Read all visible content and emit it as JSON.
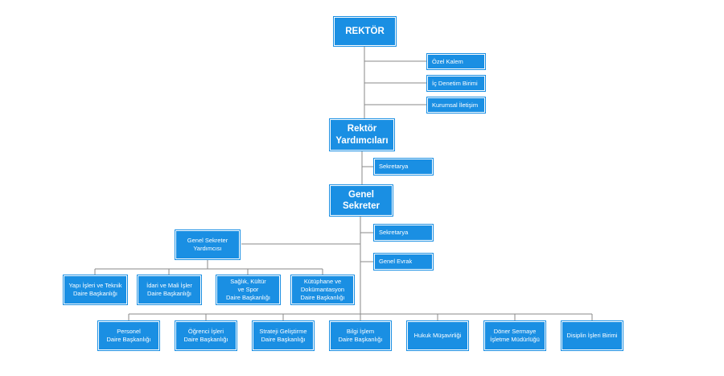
{
  "colors": {
    "box": "#1a8fe3",
    "line": "#8a8a8a",
    "background": "#ffffff"
  },
  "chart": {
    "rector": "REKTÖR",
    "rector_units": [
      "Özel Kalem",
      "İç Denetim Birimi",
      "Kurumsal İletişim"
    ],
    "vice_rectors": "Rektör\nYardımcıları",
    "vice_rector_secretary": "Sekretarya",
    "general_secretary": "Genel\nSekreter",
    "general_secretary_units": [
      "Sekretarya",
      "Genel Evrak"
    ],
    "deputy_secretary": "Genel Sekreter\nYardımcısı",
    "deputy_departments": [
      "Yapı İşleri ve Teknik\nDaire Başkanlığı",
      "İdari ve Mali İşler\nDaire Başkanlığı",
      "Sağlık, Kültür\nve Spor\nDaire Başkanlığı",
      "Kütüphane ve\nDokümantasyon\nDaire Başkanlığı"
    ],
    "departments": [
      "Personel\nDaire Başkanlığı",
      "Öğrenci İşleri\nDaire Başkanlığı",
      "Strateji Geliştirme\nDaire Başkanlığı",
      "Bilgi İşlem\nDaire Başkanlığı",
      "Hukuk Müşavirliği",
      "Döner Sermaye\nİşletme Müdürlüğü",
      "Disiplin İşleri Birimi"
    ]
  }
}
